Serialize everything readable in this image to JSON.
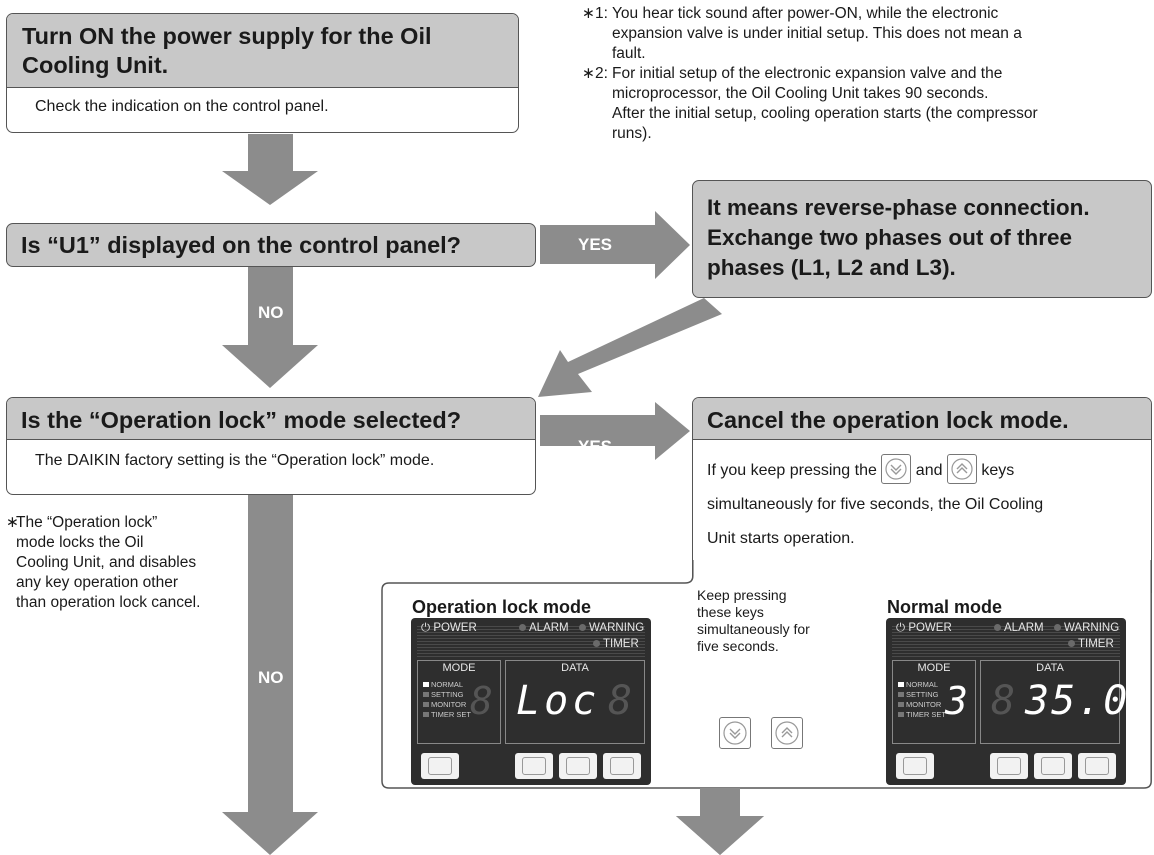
{
  "box1": {
    "title": "Turn ON the power supply for the Oil Cooling Unit.",
    "text": "Check the indication on the control panel."
  },
  "notes": {
    "n1_mark": "∗1:",
    "n1_l1": "You hear tick sound after power-ON, while the electronic",
    "n1_l2": "expansion valve is under initial setup. This does not mean a",
    "n1_l3": "fault.",
    "n2_mark": "∗2:",
    "n2_l1": "For initial setup of the electronic expansion valve and the",
    "n2_l2": "microprocessor, the Oil Cooling Unit takes 90 seconds.",
    "n2_l3": "After the initial setup, cooling operation starts (the compressor",
    "n2_l4": "runs)."
  },
  "q1": {
    "text": "Is “U1” displayed on the control panel?",
    "yes": "YES",
    "no": "NO"
  },
  "reverse": {
    "l1": "It means reverse-phase connection.",
    "l2": "Exchange two phases out of three",
    "l3": "phases (L1, L2 and L3)."
  },
  "q2": {
    "title": "Is the “Operation lock” mode selected?",
    "text": "The DAIKIN factory setting is the “Operation lock” mode.",
    "yes": "YES",
    "no": "NO"
  },
  "lock_note": {
    "mark": "∗",
    "l1": "The “Operation lock”",
    "l2": "mode locks the Oil",
    "l3": "Cooling Unit, and disables",
    "l4": "any key operation other",
    "l5": "than operation lock cancel."
  },
  "cancel": {
    "title": "Cancel the operation lock mode.",
    "l1_a": "If you keep pressing the",
    "l1_b": "and",
    "l1_c": "keys",
    "l2": "simultaneously for five seconds, the Oil Cooling",
    "l3": "Unit starts operation."
  },
  "panel_lock": {
    "caption": "Operation lock mode",
    "mode_digit": "8",
    "data": "Loc",
    "data_dim": "8"
  },
  "panel_normal": {
    "caption": "Normal mode",
    "mode_digit": "3",
    "data_dim": "8",
    "data": "35.0"
  },
  "panel_labels": {
    "power": "POWER",
    "alarm": "ALARM",
    "warning": "WARNING",
    "timer": "TIMER",
    "mode": "MODE",
    "data": "DATA",
    "normal": "NORMAL",
    "setting": "SETTING",
    "monitor": "MONITOR",
    "timer_set": "TIMER SET"
  },
  "keep": {
    "l1": "Keep pressing",
    "l2": "these keys",
    "l3": "simultaneously for",
    "l4": "five seconds."
  },
  "icons": [
    "down-key-icon",
    "up-key-icon",
    "return-key-icon",
    "enter-key-icon",
    "power-icon"
  ],
  "colors": {
    "arrow": "#8c8c8c",
    "header": "#c8c8c8",
    "panel": "#2e2e2e"
  }
}
